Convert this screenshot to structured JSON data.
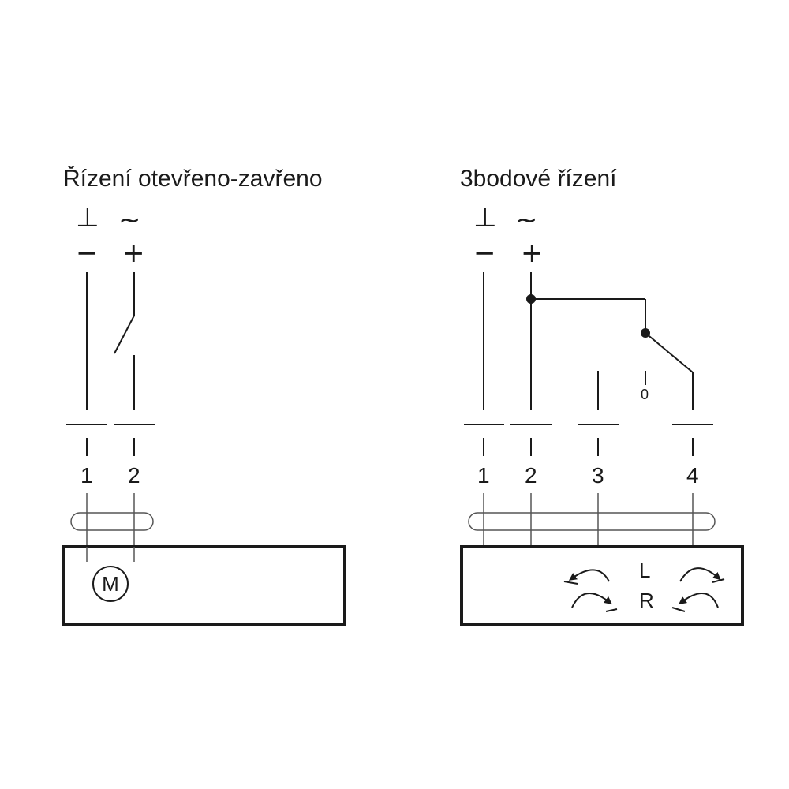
{
  "left_panel": {
    "title": "Řízení otevřeno-zavřeno",
    "ground_symbol": "⊥",
    "ac_symbol": "~",
    "minus_symbol": "−",
    "plus_symbol": "+",
    "terminals": [
      "1",
      "2"
    ],
    "motor_label": "M"
  },
  "right_panel": {
    "title": "3bodové řízení",
    "ground_symbol": "⊥",
    "ac_symbol": "~",
    "minus_symbol": "−",
    "plus_symbol": "+",
    "terminals": [
      "1",
      "2",
      "3",
      "4"
    ],
    "switch_mark": "0",
    "direction_left": "L",
    "direction_right": "R"
  },
  "colors": {
    "line": "#1a1a1a",
    "background": "#ffffff"
  }
}
